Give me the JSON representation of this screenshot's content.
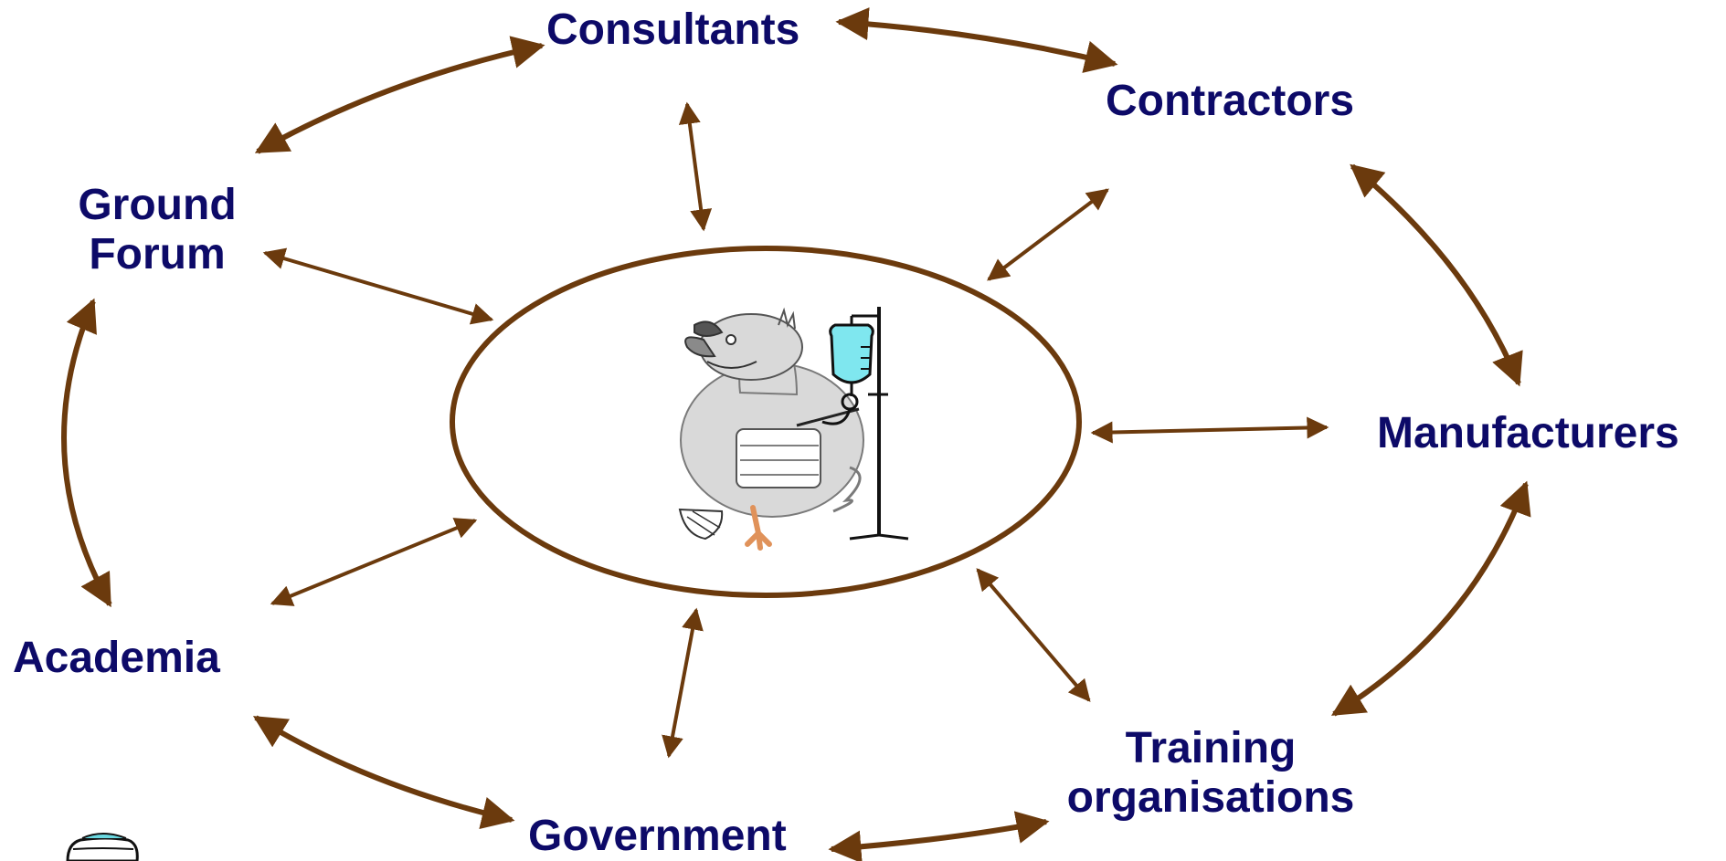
{
  "nodes": {
    "consultants": "Consultants",
    "contractors": "Contractors",
    "ground_forum_line1": "Ground",
    "ground_forum_line2": "Forum",
    "manufacturers": "Manufacturers",
    "academia": "Academia",
    "training_line1": "Training",
    "training_line2": "organisations",
    "government": "Government"
  },
  "connections": {
    "center_to": [
      "consultants",
      "contractors",
      "ground-forum",
      "manufacturers",
      "academia",
      "training-organisations",
      "government"
    ],
    "ring": [
      [
        "consultants",
        "contractors"
      ],
      [
        "contractors",
        "manufacturers"
      ],
      [
        "manufacturers",
        "training-organisations"
      ],
      [
        "training-organisations",
        "government"
      ],
      [
        "government",
        "academia"
      ],
      [
        "academia",
        "ground-forum"
      ],
      [
        "ground-forum",
        "consultants"
      ]
    ],
    "arrow_style": "double-headed"
  },
  "center_illustration": "dodo-bird-with-iv-drip",
  "corner_illustration": "cartoon-figure-partial",
  "colors": {
    "label": "#0d0a68",
    "arrow": "#6b3a0d",
    "ellipse_stroke": "#6b3a0d",
    "background": "#ffffff",
    "iv_bag": "#7fe7ef"
  }
}
